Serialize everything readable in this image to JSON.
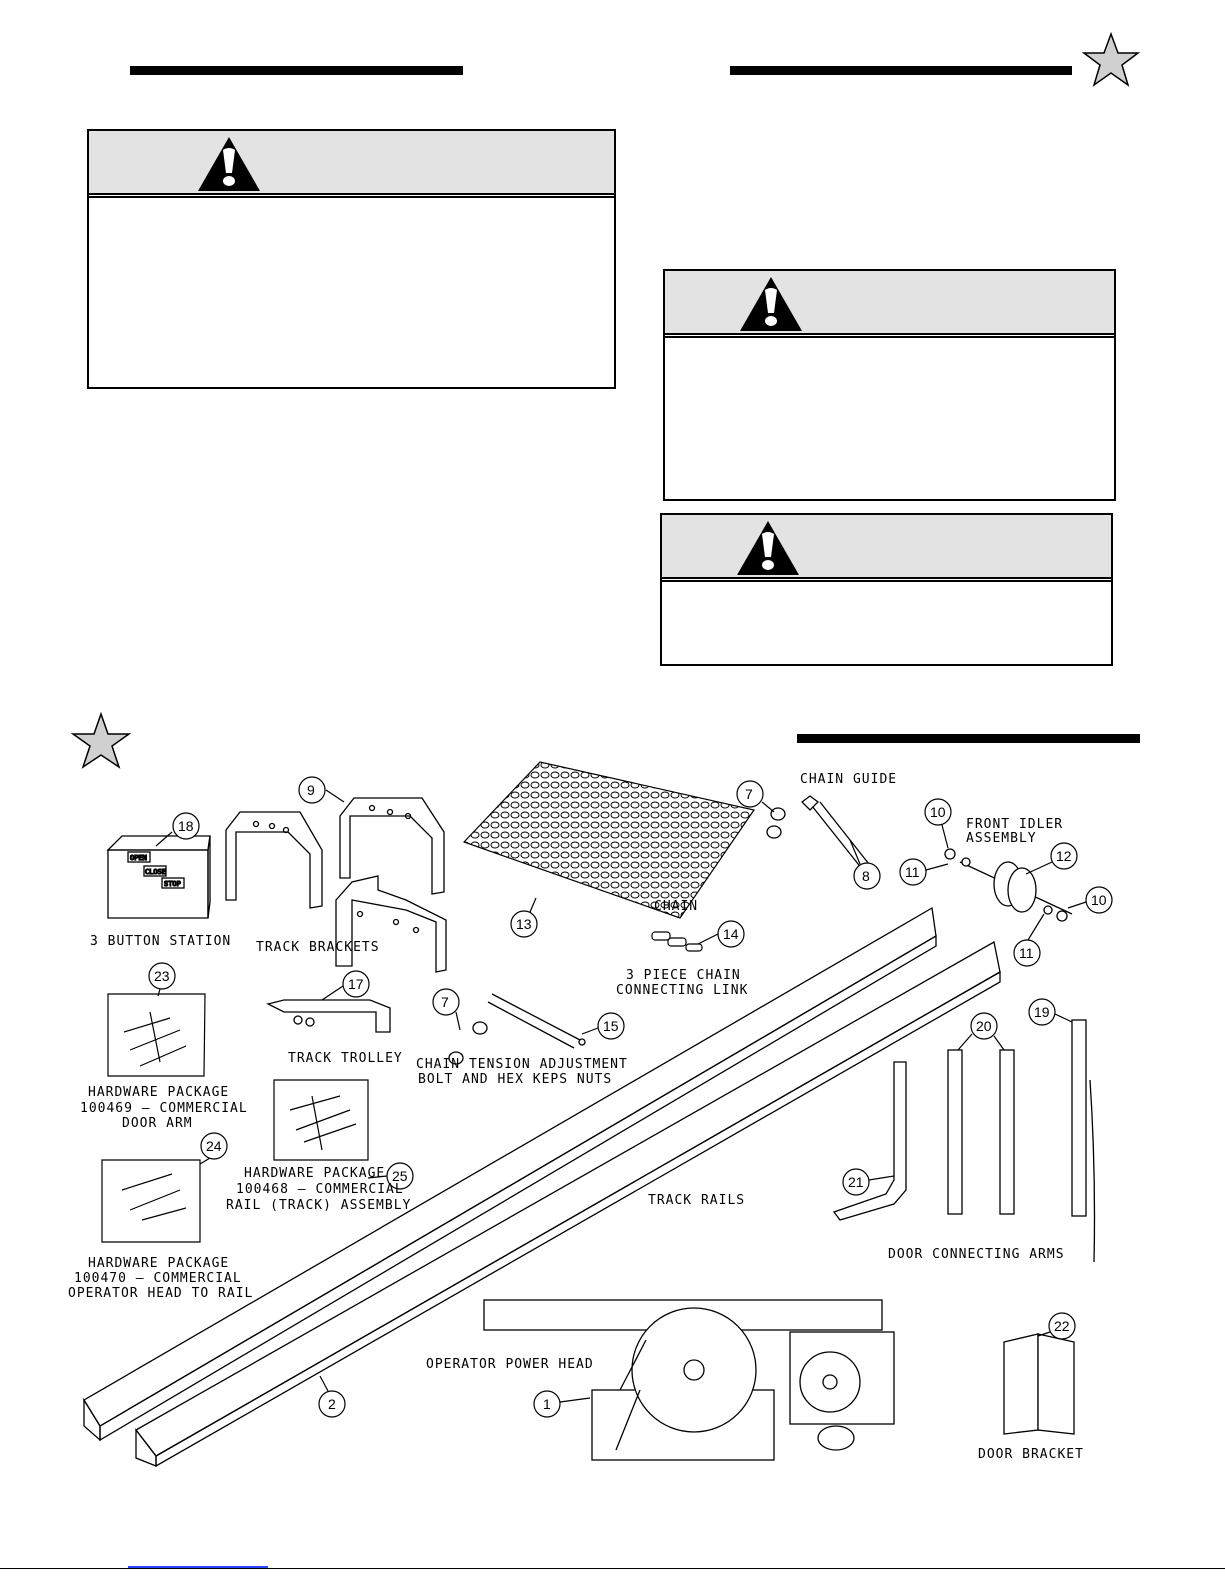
{
  "colors": {
    "ink": "#000000",
    "panel": "#e3e3e3",
    "star": "#d0d0d0",
    "link": "#2a45ff"
  },
  "icons": [
    "warning-triangle-icon",
    "star-icon"
  ],
  "parts": {
    "n1": "1",
    "n2": "2",
    "n7a": "7",
    "n7b": "7",
    "n8": "8",
    "n9": "9",
    "n10a": "10",
    "n10b": "10",
    "n11a": "11",
    "n11b": "11",
    "n12": "12",
    "n13": "13",
    "n14": "14",
    "n15": "15",
    "n17": "17",
    "n18": "18",
    "n19": "19",
    "n20": "20",
    "n21": "21",
    "n22": "22",
    "n23": "23",
    "n24": "24",
    "n25": "25"
  },
  "labels": {
    "chain_guide": "CHAIN GUIDE",
    "front_idler_1": "FRONT IDLER",
    "front_idler_2": "ASSEMBLY",
    "button_station": "3 BUTTON STATION",
    "track_brackets": "TRACK BRACKETS",
    "chain": "CHAIN",
    "link_1": "3 PIECE CHAIN",
    "link_2": "CONNECTING LINK",
    "track_trolley": "TRACK TROLLEY",
    "tension_1": "CHAIN TENSION ADJUSTMENT",
    "tension_2": "BOLT AND HEX KEPS NUTS",
    "hw1_1": "HARDWARE PACKAGE",
    "hw1_2": "100469 – COMMERCIAL",
    "hw1_3": "DOOR ARM",
    "hw2_1": "HARDWARE PACKAGE",
    "hw2_2": "100468 – COMMERCIAL",
    "hw2_3": "RAIL (TRACK) ASSEMBLY",
    "hw3_1": "HARDWARE PACKAGE",
    "hw3_2": "100470 – COMMERCIAL",
    "hw3_3": "OPERATOR HEAD TO RAIL",
    "track_rails": "TRACK RAILS",
    "door_arms": "DOOR CONNECTING ARMS",
    "power_head": "OPERATOR POWER HEAD",
    "door_bracket": "DOOR BRACKET",
    "btn_open": "OPEN",
    "btn_close": "CLOSE",
    "btn_stop": "STOP"
  }
}
